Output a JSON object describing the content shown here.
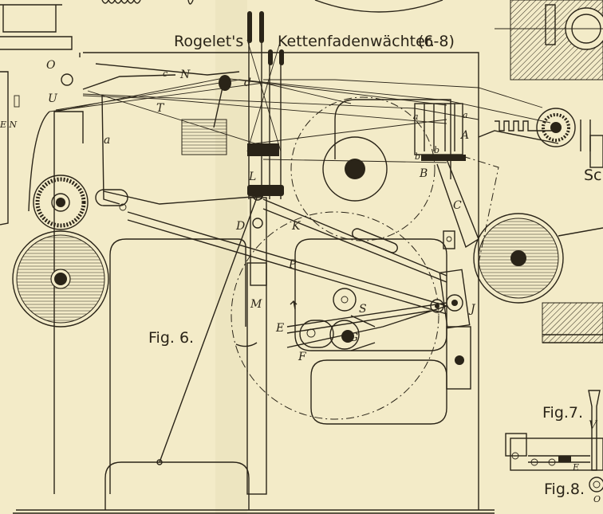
{
  "plate": {
    "title": "Rogelet's",
    "subtitle": "Kettenfadenwächter.",
    "subtitle_refs": "(6-8)",
    "fig6": "Fig. 6.",
    "fig7": "Fig.7.",
    "fig8": "Fig.8.",
    "edge_text_right": "Sc",
    "edge_text_left": "E N"
  },
  "labels": {
    "O": "O",
    "U": "U",
    "c": "c",
    "N": "N",
    "T": "T",
    "a_left": "a",
    "d": "d",
    "L": "L",
    "D": "D",
    "K": "K",
    "P": "P",
    "M": "M",
    "E": "E",
    "F": "F",
    "G": "G",
    "S": "S",
    "J": "J",
    "a1": "a",
    "a2": "a",
    "A": "A",
    "b": "b",
    "b1": "b",
    "B": "B",
    "C": "C",
    "V": "V",
    "E8": "E",
    "O8": "O"
  },
  "colors": {
    "paper": "#f3ebc8",
    "ink": "#2a2418"
  }
}
